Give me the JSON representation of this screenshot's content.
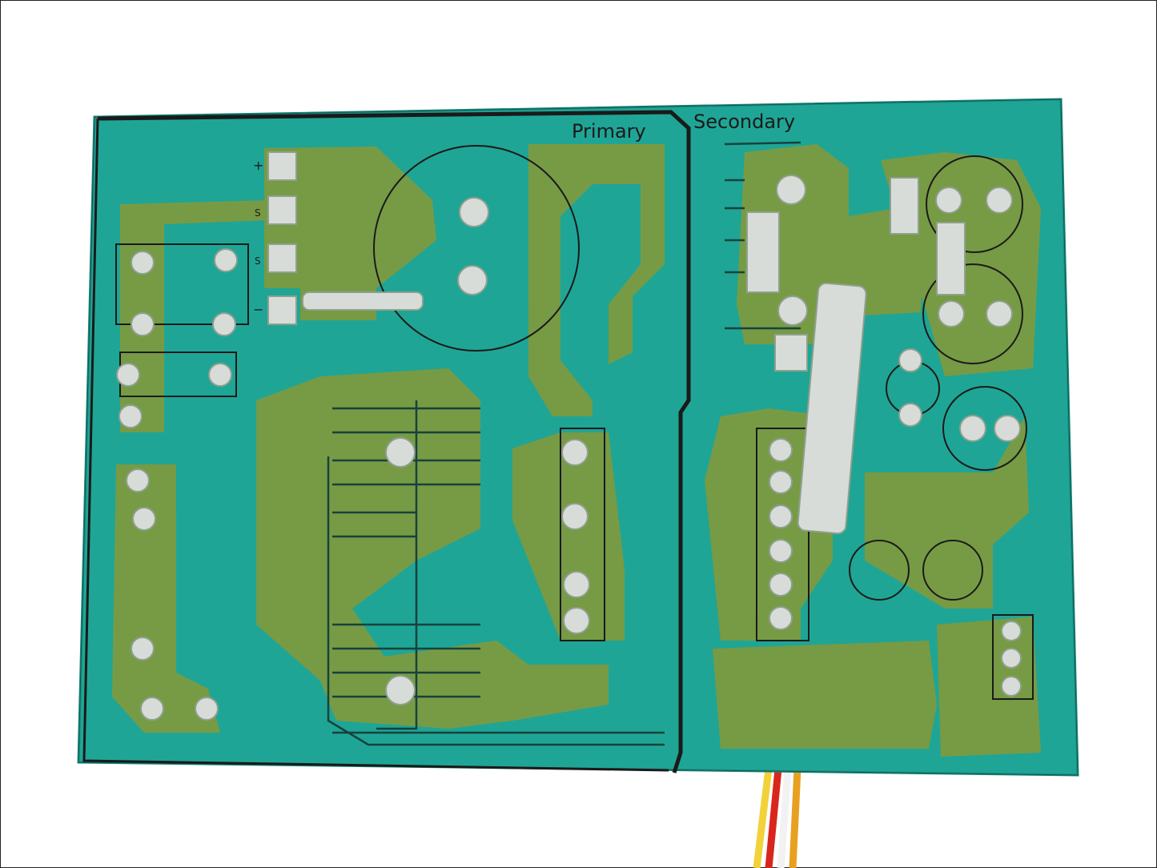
{
  "photo": {
    "subject": "circuit-board",
    "labels": {
      "primary": "Primary",
      "secondary": "Secondary",
      "plus": "+",
      "s1": "S",
      "s2": "S",
      "minus": "−"
    },
    "colors": {
      "substrate": "#1fa596",
      "copper": "#7f9a3e",
      "solder": "#d8dcd8",
      "wires": [
        "#f2d23a",
        "#d9261c",
        "#f0f0f0",
        "#e8a020"
      ]
    }
  }
}
